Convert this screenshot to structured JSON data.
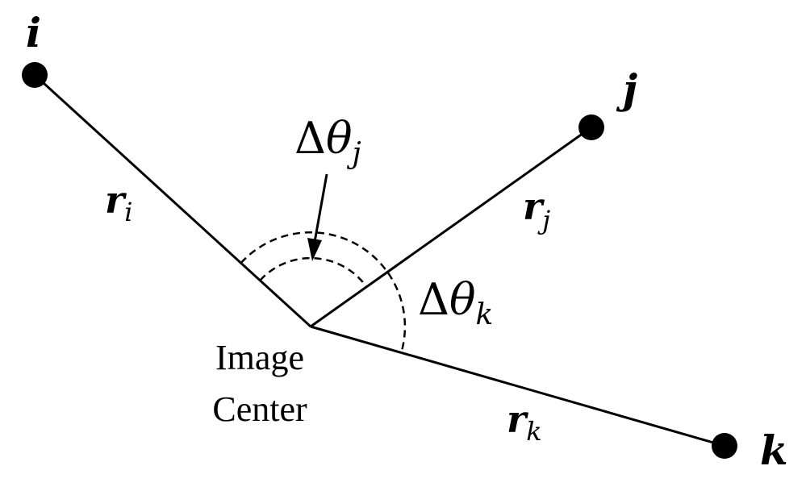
{
  "points": {
    "i": {
      "label": "i"
    },
    "j": {
      "label": "j"
    },
    "k": {
      "label": "k"
    }
  },
  "center": {
    "line1": "Image",
    "line2": "Center"
  },
  "radii": {
    "ri": {
      "base": "r",
      "sub": "i"
    },
    "rj": {
      "base": "r",
      "sub": "j"
    },
    "rk": {
      "base": "r",
      "sub": "k"
    }
  },
  "angles": {
    "theta_j": {
      "delta": "Δ",
      "base": "θ",
      "sub": "j"
    },
    "theta_k": {
      "delta": "Δ",
      "base": "θ",
      "sub": "k"
    }
  },
  "colors": {
    "ink": "#000000",
    "background": "#ffffff"
  }
}
